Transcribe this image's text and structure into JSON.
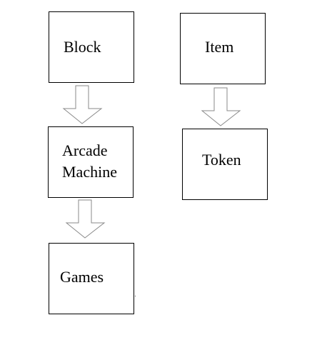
{
  "diagram": {
    "nodes": {
      "block": {
        "label": "Block"
      },
      "arcade_machine": {
        "line1": "Arcade",
        "line2": "Machine"
      },
      "games": {
        "label": "Games"
      },
      "item": {
        "label": "Item"
      },
      "token": {
        "label": "Token"
      }
    },
    "edges": [
      {
        "from": "block",
        "to": "arcade_machine"
      },
      {
        "from": "arcade_machine",
        "to": "games"
      },
      {
        "from": "item",
        "to": "token"
      }
    ],
    "colors": {
      "stroke": "#000000",
      "arrow_stroke": "#8a8a8a",
      "fill": "#ffffff"
    }
  }
}
